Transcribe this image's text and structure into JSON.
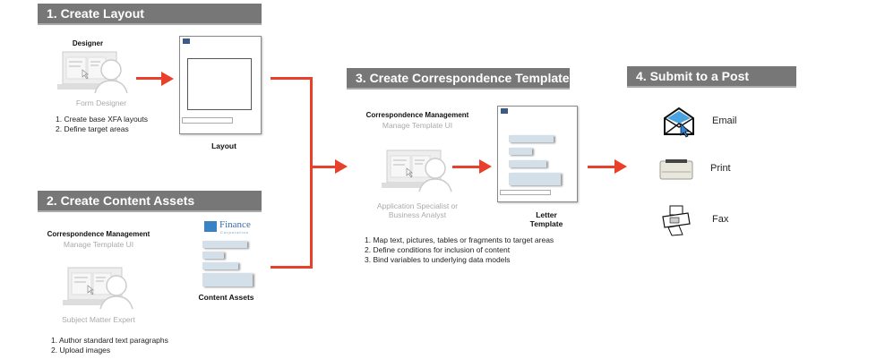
{
  "sections": [
    {
      "title": "1. Create Layout",
      "role": "Designer",
      "actor": "Form Designer",
      "steps": [
        "1. Create base XFA layouts",
        "2. Define target areas"
      ],
      "output": "Layout"
    },
    {
      "title": "2. Create Content Assets",
      "role": "Correspondence Management",
      "subrole": "Manage Template UI",
      "actor": "Subject Matter Expert",
      "steps": [
        "1. Author standard text paragraphs",
        "2. Upload images"
      ],
      "output": "Content Assets",
      "logo": "Finance",
      "logo_sub": "Corporation"
    },
    {
      "title": "3. Create Correspondence Template",
      "role": "Correspondence Management",
      "subrole": "Manage Template UI",
      "actor_lines": [
        "Application Specialist or",
        "Business Analyst"
      ],
      "steps": [
        "1. Map text, pictures, tables or fragments to target areas",
        "2. Define conditions for inclusion of content",
        "3. Bind variables to underlying data models"
      ],
      "output_lines": [
        "Letter",
        "Template"
      ]
    },
    {
      "title": "4. Submit to a Post process",
      "channels": [
        {
          "label": "Email",
          "icon": "email-icon"
        },
        {
          "label": "Print",
          "icon": "printer-icon"
        },
        {
          "label": "Fax",
          "icon": "fax-icon"
        }
      ]
    }
  ],
  "colors": {
    "arrow": "#e8402a",
    "header": "#777777"
  }
}
